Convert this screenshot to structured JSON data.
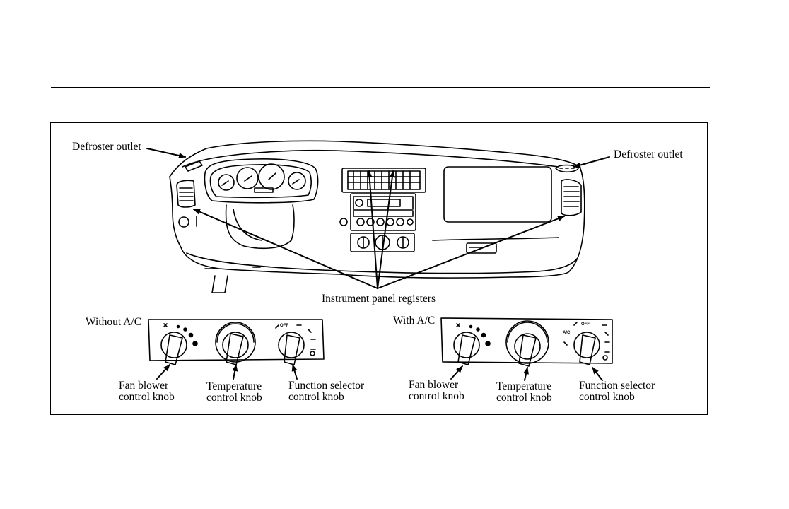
{
  "labels": {
    "defroster_left": "Defroster outlet",
    "defroster_right": "Defroster outlet",
    "registers": "Instrument panel registers",
    "without_ac": "Without A/C",
    "with_ac": "With A/C",
    "fan_line1": "Fan blower",
    "fan_line2": "control knob",
    "temp_line1": "Temperature",
    "temp_line2": "control knob",
    "func_line1": "Function selector",
    "func_line2": "control knob"
  },
  "panel_markings": {
    "off": "OFF",
    "ac": "A/C"
  }
}
